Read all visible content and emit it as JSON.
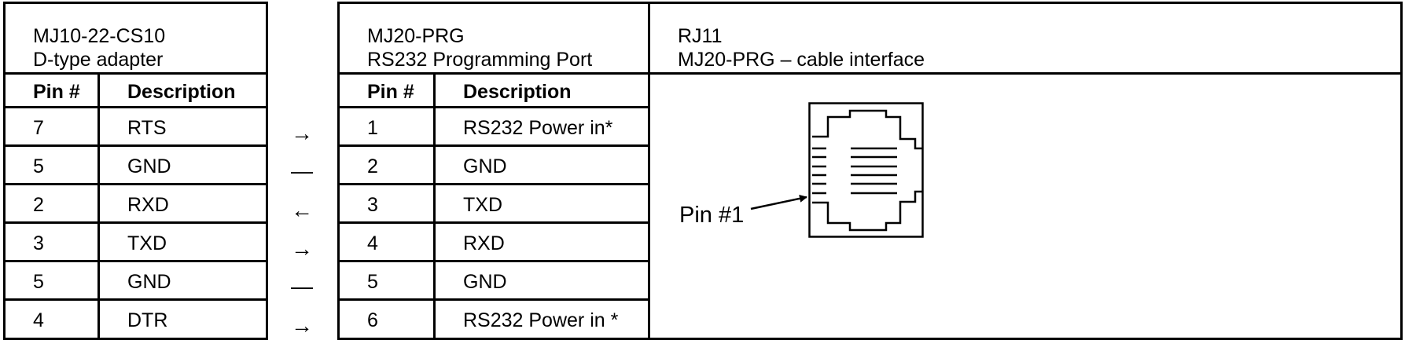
{
  "left_table": {
    "title": "MJ10-22-CS10",
    "subtitle": "D-type adapter",
    "headers": [
      "Pin #",
      "Description"
    ],
    "rows": [
      {
        "pin": "7",
        "desc": "RTS"
      },
      {
        "pin": "5",
        "desc": "GND"
      },
      {
        "pin": "2",
        "desc": "RXD"
      },
      {
        "pin": "3",
        "desc": "TXD"
      },
      {
        "pin": "5",
        "desc": "GND"
      },
      {
        "pin": "4",
        "desc": "DTR"
      }
    ]
  },
  "connections": [
    {
      "icon": "arrow-right-icon",
      "glyph": "→"
    },
    {
      "icon": "line-icon",
      "glyph": "—"
    },
    {
      "icon": "arrow-left-icon",
      "glyph": "←"
    },
    {
      "icon": "arrow-right-icon",
      "glyph": "→"
    },
    {
      "icon": "line-icon",
      "glyph": "—"
    },
    {
      "icon": "arrow-right-icon",
      "glyph": "→"
    }
  ],
  "middle_table": {
    "title": "MJ20-PRG",
    "subtitle": "RS232 Programming Port",
    "headers": [
      "Pin #",
      "Description"
    ],
    "rows": [
      {
        "pin": "1",
        "desc": "RS232 Power in*"
      },
      {
        "pin": "2",
        "desc": "GND"
      },
      {
        "pin": "3",
        "desc": "TXD"
      },
      {
        "pin": "4",
        "desc": "RXD"
      },
      {
        "pin": "5",
        "desc": "GND"
      },
      {
        "pin": "6",
        "desc": "RS232 Power in *"
      }
    ]
  },
  "right_panel": {
    "title": "RJ11",
    "subtitle": "MJ20-PRG – cable interface",
    "diagram_label": "Pin #1",
    "diagram_icon": "rj11-connector-icon"
  }
}
